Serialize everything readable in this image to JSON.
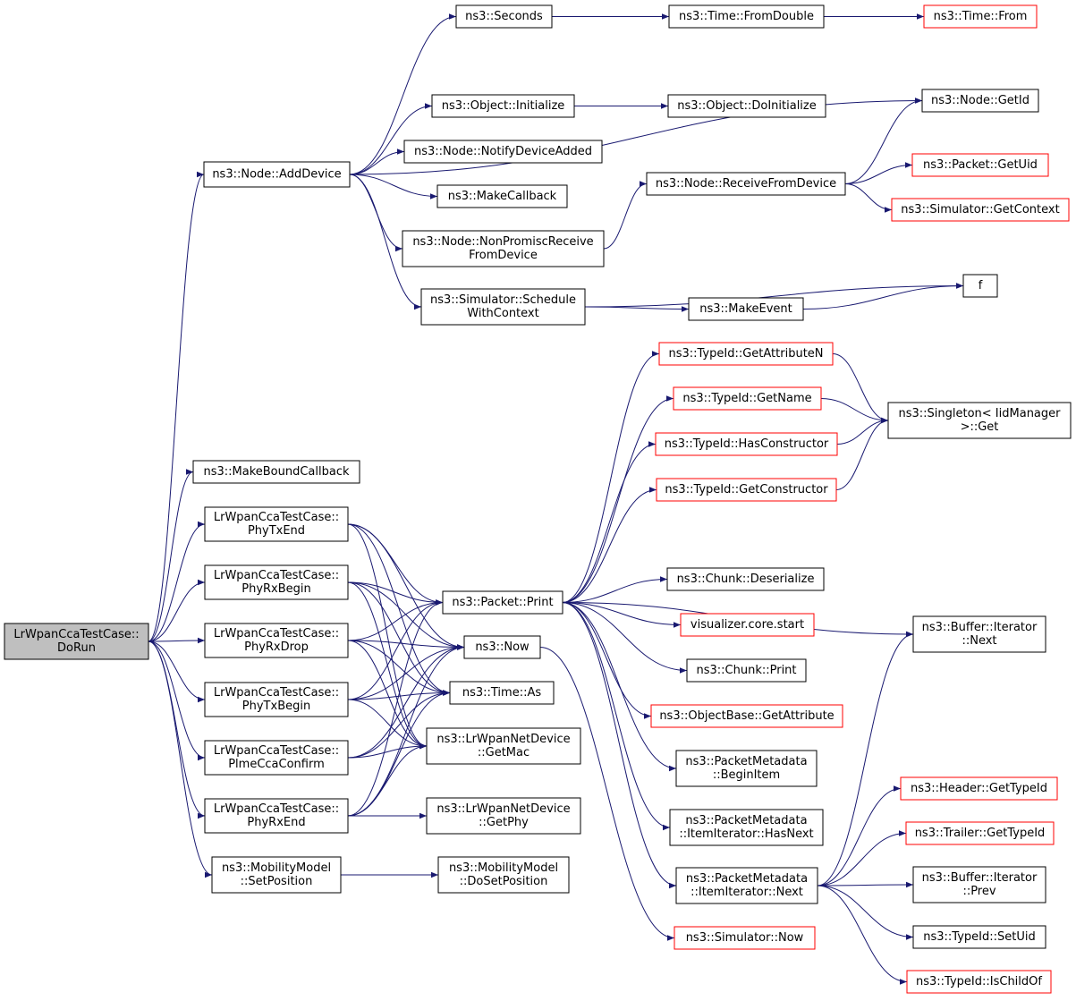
{
  "colors": {
    "edge": "#191970",
    "border_normal": "#000000",
    "border_external": "#ff0000",
    "root_fill": "#bfbfbf"
  },
  "nodes": [
    {
      "id": "dorun",
      "lines": [
        "LrWpanCcaTestCase::",
        "DoRun"
      ],
      "style": "root"
    },
    {
      "id": "adddevice",
      "lines": [
        "ns3::Node::AddDevice"
      ],
      "style": "normal"
    },
    {
      "id": "seconds",
      "lines": [
        "ns3::Seconds"
      ],
      "style": "normal"
    },
    {
      "id": "fromdouble",
      "lines": [
        "ns3::Time::FromDouble"
      ],
      "style": "normal"
    },
    {
      "id": "timefrom",
      "lines": [
        "ns3::Time::From"
      ],
      "style": "external"
    },
    {
      "id": "getid",
      "lines": [
        "ns3::Node::GetId"
      ],
      "style": "normal"
    },
    {
      "id": "objinit",
      "lines": [
        "ns3::Object::Initialize"
      ],
      "style": "normal"
    },
    {
      "id": "doinit",
      "lines": [
        "ns3::Object::DoInitialize"
      ],
      "style": "normal"
    },
    {
      "id": "notify",
      "lines": [
        "ns3::Node::NotifyDeviceAdded"
      ],
      "style": "normal"
    },
    {
      "id": "makecb",
      "lines": [
        "ns3::MakeCallback"
      ],
      "style": "normal"
    },
    {
      "id": "recvfrom",
      "lines": [
        "ns3::Node::ReceiveFromDevice"
      ],
      "style": "normal"
    },
    {
      "id": "getuid",
      "lines": [
        "ns3::Packet::GetUid"
      ],
      "style": "external"
    },
    {
      "id": "getctx",
      "lines": [
        "ns3::Simulator::GetContext"
      ],
      "style": "external"
    },
    {
      "id": "nonpromisc",
      "lines": [
        "ns3::Node::NonPromiscReceive",
        "FromDevice"
      ],
      "style": "normal"
    },
    {
      "id": "schedctx",
      "lines": [
        "ns3::Simulator::Schedule",
        "WithContext"
      ],
      "style": "normal"
    },
    {
      "id": "f",
      "lines": [
        "f"
      ],
      "style": "normal"
    },
    {
      "id": "makeevent",
      "lines": [
        "ns3::MakeEvent"
      ],
      "style": "normal"
    },
    {
      "id": "getattrn",
      "lines": [
        "ns3::TypeId::GetAttributeN"
      ],
      "style": "external"
    },
    {
      "id": "getname",
      "lines": [
        "ns3::TypeId::GetName"
      ],
      "style": "external"
    },
    {
      "id": "hasctor",
      "lines": [
        "ns3::TypeId::HasConstructor"
      ],
      "style": "external"
    },
    {
      "id": "getctor",
      "lines": [
        "ns3::TypeId::GetConstructor"
      ],
      "style": "external"
    },
    {
      "id": "singleton",
      "lines": [
        "ns3::Singleton< IidManager",
        ">::Get"
      ],
      "style": "normal"
    },
    {
      "id": "makebound",
      "lines": [
        "ns3::MakeBoundCallback"
      ],
      "style": "normal"
    },
    {
      "id": "phytxend",
      "lines": [
        "LrWpanCcaTestCase::",
        "PhyTxEnd"
      ],
      "style": "normal"
    },
    {
      "id": "phyrxbegin",
      "lines": [
        "LrWpanCcaTestCase::",
        "PhyRxBegin"
      ],
      "style": "normal"
    },
    {
      "id": "phyrxdrop",
      "lines": [
        "LrWpanCcaTestCase::",
        "PhyRxDrop"
      ],
      "style": "normal"
    },
    {
      "id": "phytxbegin",
      "lines": [
        "LrWpanCcaTestCase::",
        "PhyTxBegin"
      ],
      "style": "normal"
    },
    {
      "id": "plmecca",
      "lines": [
        "LrWpanCcaTestCase::",
        "PlmeCcaConfirm"
      ],
      "style": "normal"
    },
    {
      "id": "phyrxend",
      "lines": [
        "LrWpanCcaTestCase::",
        "PhyRxEnd"
      ],
      "style": "normal"
    },
    {
      "id": "mobsetpos",
      "lines": [
        "ns3::MobilityModel",
        "::SetPosition"
      ],
      "style": "normal"
    },
    {
      "id": "packetprint",
      "lines": [
        "ns3::Packet::Print"
      ],
      "style": "normal"
    },
    {
      "id": "now",
      "lines": [
        "ns3::Now"
      ],
      "style": "normal"
    },
    {
      "id": "timeas",
      "lines": [
        "ns3::Time::As"
      ],
      "style": "normal"
    },
    {
      "id": "getmac",
      "lines": [
        "ns3::LrWpanNetDevice",
        "::GetMac"
      ],
      "style": "normal"
    },
    {
      "id": "getphy",
      "lines": [
        "ns3::LrWpanNetDevice",
        "::GetPhy"
      ],
      "style": "normal"
    },
    {
      "id": "dosetpos",
      "lines": [
        "ns3::MobilityModel",
        "::DoSetPosition"
      ],
      "style": "normal"
    },
    {
      "id": "chunkdeser",
      "lines": [
        "ns3::Chunk::Deserialize"
      ],
      "style": "normal"
    },
    {
      "id": "vizstart",
      "lines": [
        "visualizer.core.start"
      ],
      "style": "external"
    },
    {
      "id": "chunkprint",
      "lines": [
        "ns3::Chunk::Print"
      ],
      "style": "normal"
    },
    {
      "id": "objbaseattr",
      "lines": [
        "ns3::ObjectBase::GetAttribute"
      ],
      "style": "external"
    },
    {
      "id": "pmbegin",
      "lines": [
        "ns3::PacketMetadata",
        "::BeginItem"
      ],
      "style": "normal"
    },
    {
      "id": "pmhasnext",
      "lines": [
        "ns3::PacketMetadata",
        "::ItemIterator::HasNext"
      ],
      "style": "normal"
    },
    {
      "id": "pmnext",
      "lines": [
        "ns3::PacketMetadata",
        "::ItemIterator::Next"
      ],
      "style": "normal"
    },
    {
      "id": "simnow",
      "lines": [
        "ns3::Simulator::Now"
      ],
      "style": "external"
    },
    {
      "id": "bufnext",
      "lines": [
        "ns3::Buffer::Iterator",
        "::Next"
      ],
      "style": "normal"
    },
    {
      "id": "hdrtypeid",
      "lines": [
        "ns3::Header::GetTypeId"
      ],
      "style": "external"
    },
    {
      "id": "trltypeid",
      "lines": [
        "ns3::Trailer::GetTypeId"
      ],
      "style": "external"
    },
    {
      "id": "bufprev",
      "lines": [
        "ns3::Buffer::Iterator",
        "::Prev"
      ],
      "style": "normal"
    },
    {
      "id": "setuid",
      "lines": [
        "ns3::TypeId::SetUid"
      ],
      "style": "normal"
    },
    {
      "id": "ischildof",
      "lines": [
        "ns3::TypeId::IsChildOf"
      ],
      "style": "external"
    }
  ],
  "edges": [
    [
      "dorun",
      "adddevice"
    ],
    [
      "dorun",
      "makebound"
    ],
    [
      "dorun",
      "phytxend"
    ],
    [
      "dorun",
      "phyrxbegin"
    ],
    [
      "dorun",
      "phyrxdrop"
    ],
    [
      "dorun",
      "phytxbegin"
    ],
    [
      "dorun",
      "plmecca"
    ],
    [
      "dorun",
      "phyrxend"
    ],
    [
      "dorun",
      "mobsetpos"
    ],
    [
      "adddevice",
      "seconds"
    ],
    [
      "adddevice",
      "getid"
    ],
    [
      "adddevice",
      "objinit"
    ],
    [
      "adddevice",
      "notify"
    ],
    [
      "adddevice",
      "makecb"
    ],
    [
      "adddevice",
      "nonpromisc"
    ],
    [
      "adddevice",
      "schedctx"
    ],
    [
      "seconds",
      "fromdouble"
    ],
    [
      "fromdouble",
      "timefrom"
    ],
    [
      "objinit",
      "doinit"
    ],
    [
      "nonpromisc",
      "recvfrom"
    ],
    [
      "recvfrom",
      "getid"
    ],
    [
      "recvfrom",
      "getuid"
    ],
    [
      "recvfrom",
      "getctx"
    ],
    [
      "schedctx",
      "f"
    ],
    [
      "schedctx",
      "makeevent"
    ],
    [
      "makeevent",
      "f"
    ],
    [
      "phytxend",
      "packetprint"
    ],
    [
      "phytxend",
      "now"
    ],
    [
      "phytxend",
      "timeas"
    ],
    [
      "phytxend",
      "getmac"
    ],
    [
      "phyrxbegin",
      "packetprint"
    ],
    [
      "phyrxbegin",
      "now"
    ],
    [
      "phyrxbegin",
      "timeas"
    ],
    [
      "phyrxbegin",
      "getmac"
    ],
    [
      "phyrxdrop",
      "packetprint"
    ],
    [
      "phyrxdrop",
      "now"
    ],
    [
      "phyrxdrop",
      "timeas"
    ],
    [
      "phyrxdrop",
      "getmac"
    ],
    [
      "phytxbegin",
      "packetprint"
    ],
    [
      "phytxbegin",
      "now"
    ],
    [
      "phytxbegin",
      "timeas"
    ],
    [
      "phytxbegin",
      "getmac"
    ],
    [
      "plmecca",
      "now"
    ],
    [
      "plmecca",
      "timeas"
    ],
    [
      "plmecca",
      "getmac"
    ],
    [
      "phyrxend",
      "packetprint"
    ],
    [
      "phyrxend",
      "now"
    ],
    [
      "phyrxend",
      "timeas"
    ],
    [
      "phyrxend",
      "getmac"
    ],
    [
      "phyrxend",
      "getphy"
    ],
    [
      "mobsetpos",
      "dosetpos"
    ],
    [
      "packetprint",
      "getattrn"
    ],
    [
      "packetprint",
      "getname"
    ],
    [
      "packetprint",
      "hasctor"
    ],
    [
      "packetprint",
      "getctor"
    ],
    [
      "packetprint",
      "bufnext"
    ],
    [
      "packetprint",
      "chunkdeser"
    ],
    [
      "packetprint",
      "vizstart"
    ],
    [
      "packetprint",
      "chunkprint"
    ],
    [
      "packetprint",
      "objbaseattr"
    ],
    [
      "packetprint",
      "pmbegin"
    ],
    [
      "packetprint",
      "pmhasnext"
    ],
    [
      "packetprint",
      "pmnext"
    ],
    [
      "getattrn",
      "singleton"
    ],
    [
      "getname",
      "singleton"
    ],
    [
      "hasctor",
      "singleton"
    ],
    [
      "getctor",
      "singleton"
    ],
    [
      "now",
      "simnow"
    ],
    [
      "pmnext",
      "bufnext"
    ],
    [
      "pmnext",
      "hdrtypeid"
    ],
    [
      "pmnext",
      "trltypeid"
    ],
    [
      "pmnext",
      "bufprev"
    ],
    [
      "pmnext",
      "setuid"
    ],
    [
      "pmnext",
      "ischildof"
    ]
  ]
}
